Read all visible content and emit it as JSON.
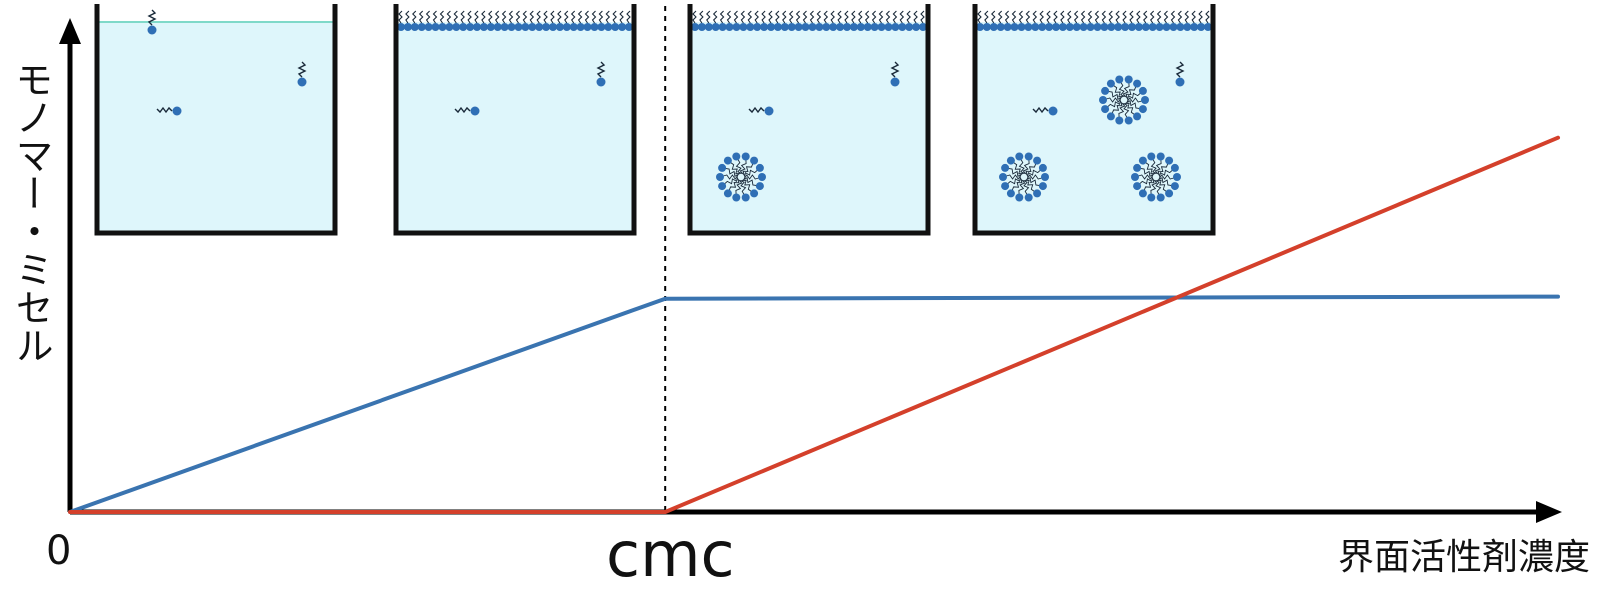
{
  "labels": {
    "y_axis": "モノマー・ミセル",
    "origin": "0",
    "cmc": "cmc",
    "x_axis": "界面活性剤濃度"
  },
  "colors": {
    "monomer_line": "#3a74b0",
    "micelle_line": "#d4402b",
    "water": "#def6fb",
    "water_surface": "#7fd9c9",
    "molecule": "#2f6fb5",
    "axis": "#000000"
  },
  "chart_data": {
    "type": "line",
    "x_cmc": 1,
    "series": [
      {
        "points": [
          [
            0,
            0
          ],
          [
            1,
            0.51
          ],
          [
            2.5,
            0.515
          ]
        ]
      },
      {
        "points": [
          [
            0,
            0
          ],
          [
            1,
            0
          ],
          [
            2.5,
            0.895
          ]
        ]
      }
    ],
    "xlim": [
      0,
      2.5
    ],
    "ylim": [
      0,
      1.1
    ]
  },
  "beakers": [
    {
      "stage": "below-cmc-low",
      "surface_monomers": "none",
      "micelles": 0
    },
    {
      "stage": "surface-saturated",
      "surface_monomers": "full",
      "micelles": 0
    },
    {
      "stage": "at-cmc",
      "surface_monomers": "full",
      "micelles": 1
    },
    {
      "stage": "above-cmc",
      "surface_monomers": "full",
      "micelles": 3
    }
  ]
}
